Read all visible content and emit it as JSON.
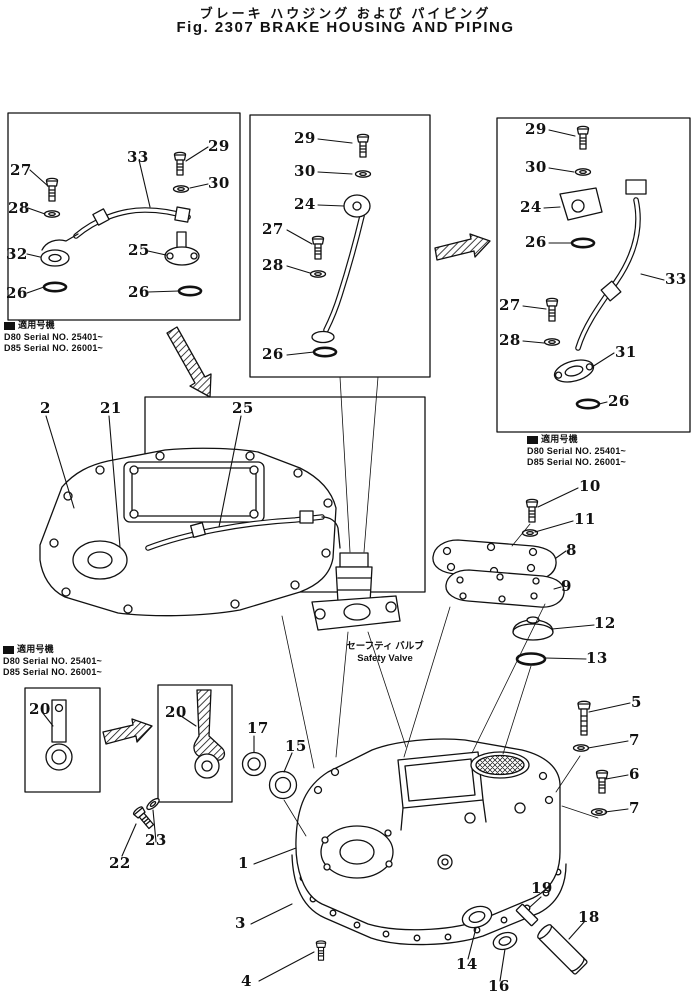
{
  "header": {
    "title_jp": "ブレーキ ハウジング および パイピング",
    "title_en": "Fig. 2307 BRAKE HOUSING AND PIPING"
  },
  "serial_note": {
    "header": "適用号機",
    "line1": "D80 Serial NO. 25401~",
    "line2": "D85 Serial NO. 26001~"
  },
  "safety_valve_label": {
    "jp": "セーフティ バルブ",
    "en": "Safety Valve"
  },
  "callouts": {
    "inset_tl": [
      "27",
      "28",
      "32",
      "26",
      "33",
      "29",
      "30",
      "25",
      "26"
    ],
    "inset_mid": [
      "29",
      "30",
      "24",
      "27",
      "28",
      "26"
    ],
    "inset_right": [
      "29",
      "30",
      "24",
      "26",
      "33",
      "27",
      "28",
      "31",
      "26"
    ],
    "upper": [
      "2",
      "21",
      "25"
    ],
    "right_col": [
      "10",
      "11",
      "8",
      "9",
      "12",
      "13",
      "5",
      "7",
      "6",
      "7"
    ],
    "lower_left": [
      "20",
      "20",
      "17",
      "15",
      "22",
      "23"
    ],
    "bottom": [
      "1",
      "3",
      "4",
      "14",
      "16",
      "19",
      "18"
    ]
  },
  "colors": {
    "ink": "#111111",
    "paper": "#ffffff"
  }
}
